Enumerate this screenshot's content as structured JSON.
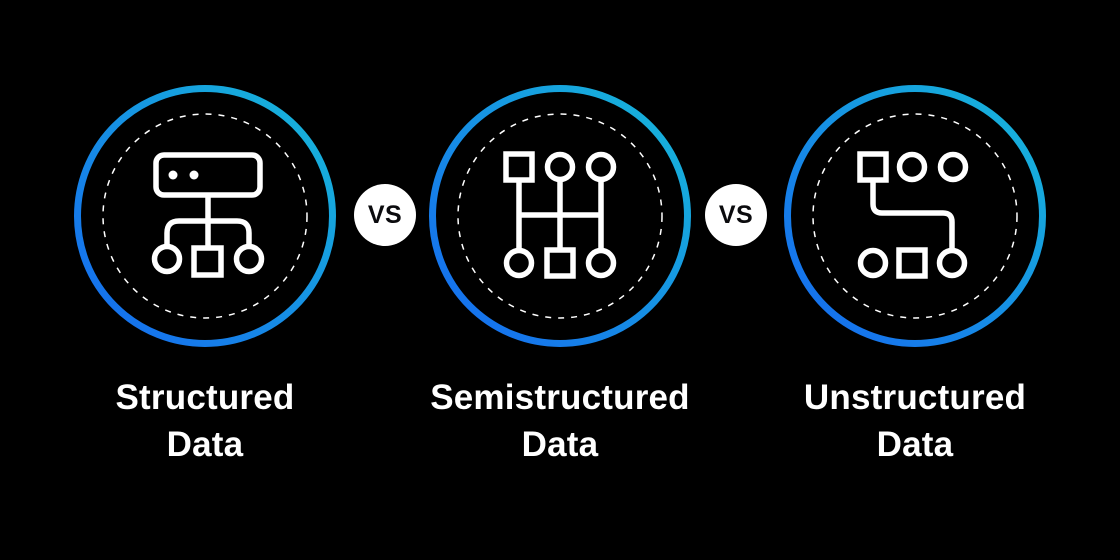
{
  "background_color": "#000000",
  "colors": {
    "gradient_blue": "#1568F0",
    "gradient_cyan": "#17B9D8",
    "dashed_ring": "#FFFFFF",
    "icon_stroke": "#FFFFFF",
    "badge_background": "#FFFFFF",
    "badge_text": "#0B0B0E",
    "label_text": "#FFFFFF"
  },
  "vs_badge_label": "VS",
  "items": [
    {
      "id": "structured",
      "icon": "hierarchy-diagram-icon",
      "label_lines": [
        "Structured",
        "Data"
      ]
    },
    {
      "id": "semistructured",
      "icon": "linked-grid-icon",
      "label_lines": [
        "Semistructured",
        "Data"
      ]
    },
    {
      "id": "unstructured",
      "icon": "scattered-nodes-icon",
      "label_lines": [
        "Unstructured",
        "Data"
      ]
    }
  ]
}
